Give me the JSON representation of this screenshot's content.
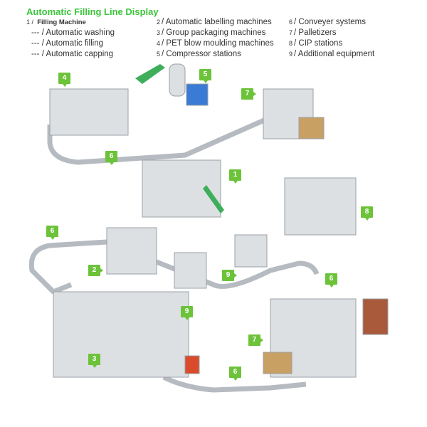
{
  "title": "Automatic Filling Line Display",
  "legend": {
    "col1": [
      {
        "num": "1 /",
        "label": "Filling Machine"
      },
      {
        "num": "---",
        "label": "/ Automatic washing"
      },
      {
        "num": "---",
        "label": "/ Automatic filling"
      },
      {
        "num": "---",
        "label": "/ Automatic capping"
      }
    ],
    "col2": [
      {
        "num": "2",
        "label": "/ Automatic labelling machines"
      },
      {
        "num": "3",
        "label": "/ Group packaging machines"
      },
      {
        "num": "4",
        "label": "/ PET blow moulding machines"
      },
      {
        "num": "5",
        "label": "/ Compressor stations"
      }
    ],
    "col3": [
      {
        "num": "6",
        "label": "/ Conveyer systems"
      },
      {
        "num": "7",
        "label": "/ Palletizers"
      },
      {
        "num": "8",
        "label": "/ CIP stations"
      },
      {
        "num": "9",
        "label": "/ Additional equipment"
      }
    ]
  },
  "tags": [
    "4",
    "5",
    "7",
    "6",
    "1",
    "8",
    "6",
    "2",
    "9",
    "6",
    "9",
    "3",
    "7",
    "6"
  ],
  "colors": {
    "accent": "#6cc33a",
    "title": "#3cc43c",
    "machine": "#d9dcdf",
    "conveyor": "#9aa0a6"
  }
}
